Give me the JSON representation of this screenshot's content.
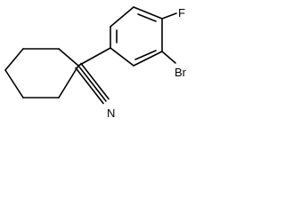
{
  "molecule": {
    "atom_labels": {
      "fluorine": "F",
      "bromine": "Br",
      "nitrogen": "N"
    },
    "colors": {
      "bond": "#000000",
      "text": "#000000",
      "background": "#ffffff"
    }
  }
}
